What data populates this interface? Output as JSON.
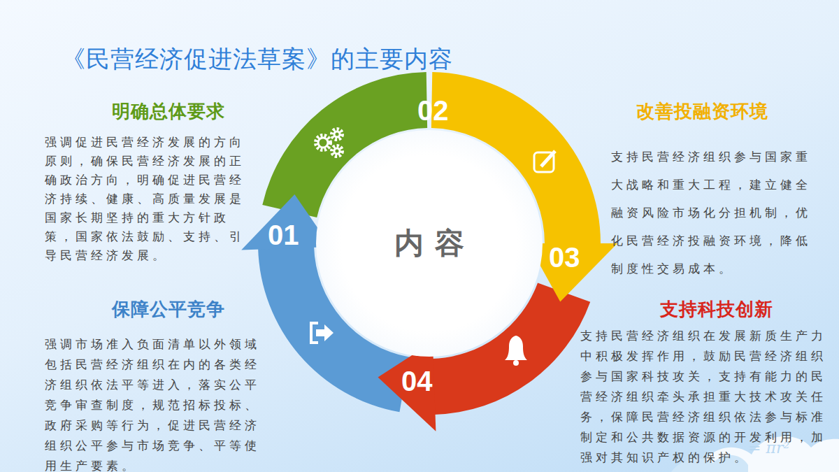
{
  "diagram": {
    "title": "《民营经济促进法草案》的主要内容",
    "nodes": [
      {
        "text": [
          "内容"
        ]
      }
    ],
    "labels": [
      "明确总体要求",
      "强调促进民营经济发展的方向原则，确保民营经济发展的正确政治方向，明确促进民营经济持续、健康、高质量发展是国家长期坚持的重大方针政策，国家依法鼓励、支持、引导民营经济发展。",
      "02",
      "改善投融资环境",
      "支持民营经济组织参与国家重大战略和重大工程，建立健全融资风险市场化分担机制，优化民营经济投融资环境，降低制度性交易成本。",
      "01",
      "03",
      "保障公平竞争",
      "强调市场准入负面清单以外领域包括民营经济组织在内的各类经济组织依法平等进入，落实公平竞争审查制度，规范招标投标、政府采购等行为，促进民营经济组织公平参与市场竞争、平等使用生产要素。",
      "支持科技创新",
      "支持民营经济组织在发展新质生产力中积极发挥作用，鼓励民营经济组织参与国家科技攻关，支持有能力的民营经济组织牵头承担重大技术攻关任务，保障民营经济组织依法参与标准制定和公共数据资源的开发利用，加强对其知识产权的保护。",
      "04",
      "= πr²"
    ]
  }
}
